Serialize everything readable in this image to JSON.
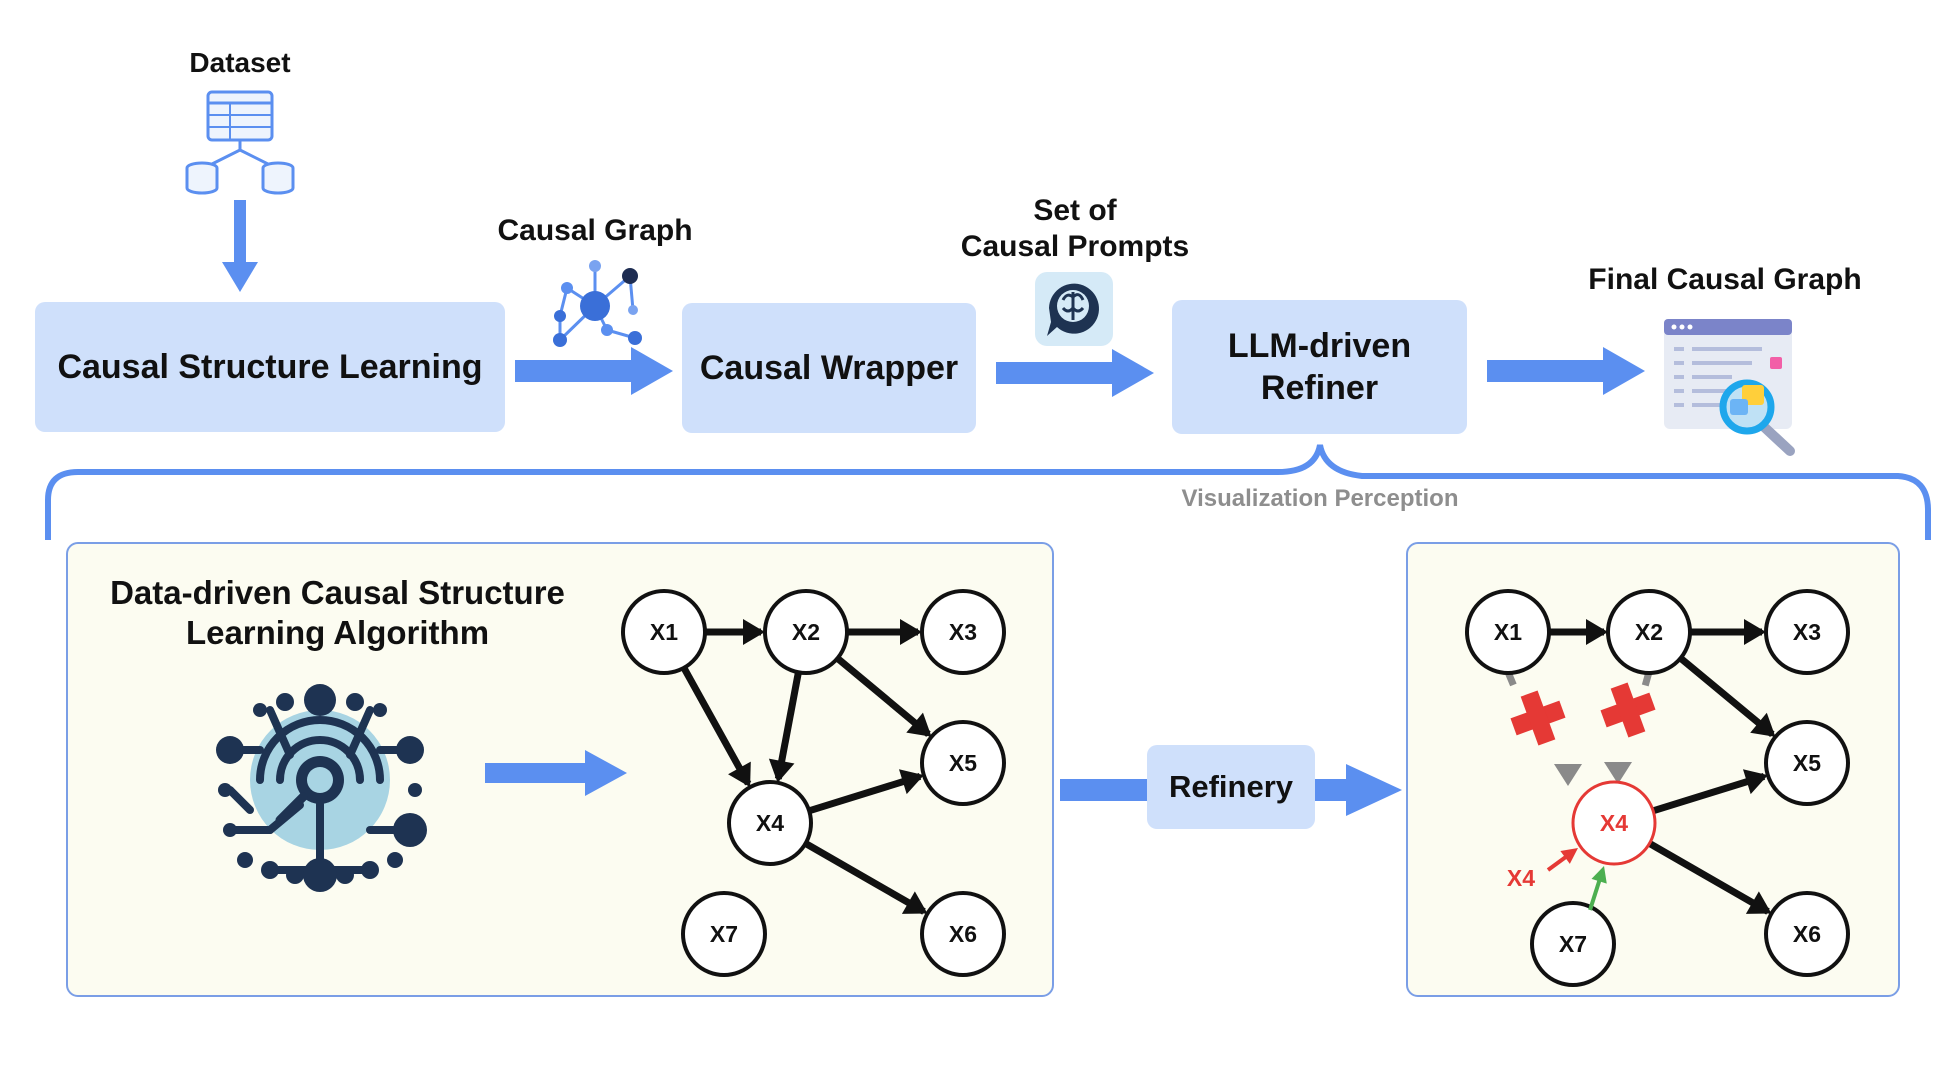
{
  "top": {
    "dataset_label": "Dataset",
    "causal_graph_label": "Causal Graph",
    "prompts_label_line1": "Set of",
    "prompts_label_line2": "Causal Prompts",
    "final_graph_label": "Final Causal Graph",
    "box_csl": "Causal Structure Learning",
    "box_wrapper": "Causal Wrapper",
    "box_refiner_line1": "LLM-driven",
    "box_refiner_line2": "Refiner",
    "brace_caption": "Visualization Perception"
  },
  "left_panel": {
    "title_line1": "Data-driven Causal Structure",
    "title_line2": "Learning Algorithm",
    "nodes": [
      "X1",
      "X2",
      "X3",
      "X4",
      "X5",
      "X6",
      "X7"
    ]
  },
  "refinery_label": "Refinery",
  "right_panel": {
    "nodes": [
      "X1",
      "X2",
      "X3",
      "X4",
      "X5",
      "X6",
      "X7"
    ],
    "highlight_label": "X4"
  },
  "colors": {
    "arrow_blue": "#5b8ff0",
    "box_fill": "#cfe0fb",
    "panel_fill": "#fcfcf1",
    "red": "#e53935",
    "green": "#4caf50"
  },
  "icons": [
    "dataset-icon",
    "causal-graph-icon",
    "brain-chat-icon",
    "report-search-icon",
    "ai-brain-icon"
  ]
}
